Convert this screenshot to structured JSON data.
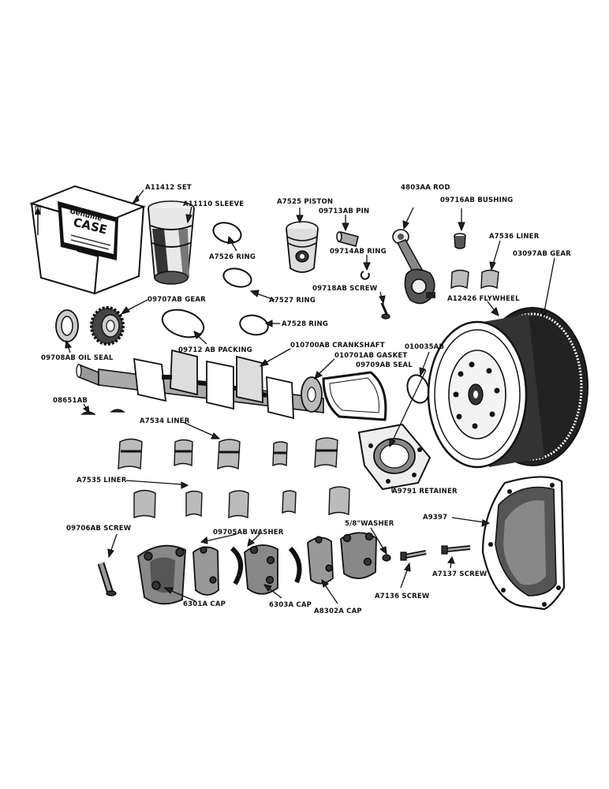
{
  "box_print": {
    "line1": "Genuine",
    "line2": "CASE"
  },
  "labels": {
    "set": "A11412 SET",
    "sleeve": "A11110 SLEEVE",
    "piston": "A7525 PISTON",
    "rod": "4803AA ROD",
    "bushing": "09716AB BUSHING",
    "pin": "09713AB PIN",
    "ring_7526": "A7526 RING",
    "ring_09714": "09714AB RING",
    "liner_7536": "A7536 LINER",
    "gear_03097": "03097AB GEAR",
    "screw_09718": "09718AB SCREW",
    "ring_7527": "A7527 RING",
    "flywheel": "A12426 FLYWHEEL",
    "gear_09707": "09707AB GEAR",
    "ring_7528": "A7528 RING",
    "oil_seal": "09708AB OIL SEAL",
    "packing": "09712 AB PACKING",
    "crankshaft": "010700AB CRANKSHAFT",
    "gasket": "010701AB GASKET",
    "part_010035": "010035AB",
    "seal_09709": "09709AB  SEAL",
    "key_08651": "08651AB",
    "liner_7534": "A7534 LINER",
    "liner_7535": "A7535 LINER",
    "retainer": "A9791 RETAINER",
    "housing": "A9397",
    "screw_09706": "09706AB SCREW",
    "washer_09705": "09705AB  WASHER",
    "washer_58": "5/8\"WASHER",
    "screw_7137": "A7137 SCREW",
    "screw_7136": "A7136 SCREW",
    "cap_6301": "6301A CAP",
    "cap_6303": "6303A CAP",
    "cap_a8302": "A8302A CAP"
  }
}
